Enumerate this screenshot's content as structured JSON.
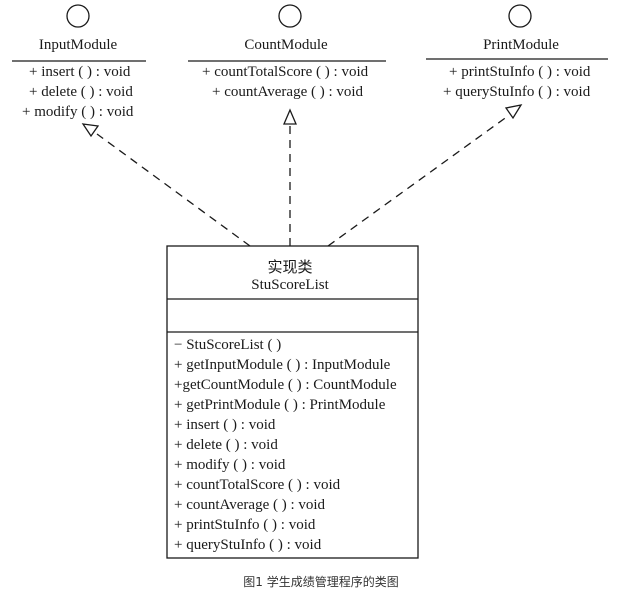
{
  "interfaces": [
    {
      "name": "InputModule",
      "methods": [
        "+ insert ( ) : void",
        "+ delete ( ) : void",
        "+ modify ( ) : void"
      ]
    },
    {
      "name": "CountModule",
      "methods": [
        "+ countTotalScore ( ) : void",
        "+ countAverage ( ) : void"
      ]
    },
    {
      "name": "PrintModule",
      "methods": [
        "+ printStuInfo ( ) : void",
        "+ queryStuInfo ( ) : void"
      ]
    }
  ],
  "main_class": {
    "stereotype": "实现类",
    "name": "StuScoreList",
    "methods": [
      "− StuScoreList ( )",
      "+ getInputModule ( ) : InputModule",
      "+getCountModule ( ) : CountModule",
      "+ getPrintModule ( ) : PrintModule",
      "+ insert ( ) : void",
      "+ delete ( ) : void",
      "+ modify ( ) : void",
      "+ countTotalScore ( ) : void",
      "+ countAverage ( ) : void",
      "+ printStuInfo ( ) : void",
      "+ queryStuInfo ( ) : void"
    ]
  },
  "caption": "图1  学生成绩管理程序的类图"
}
